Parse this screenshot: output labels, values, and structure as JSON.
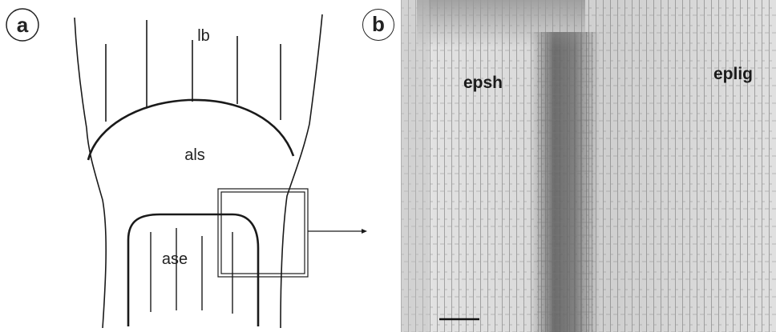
{
  "panel_a": {
    "letter": "a",
    "labels": {
      "lb": "lb",
      "als": "als",
      "ase": "ase"
    }
  },
  "panel_b": {
    "letter": "b",
    "labels": {
      "epsh": "epsh",
      "eplig": "eplig"
    }
  },
  "colors": {
    "line": "#1a1a1a",
    "micrograph_bg": "#d6d6d6"
  }
}
